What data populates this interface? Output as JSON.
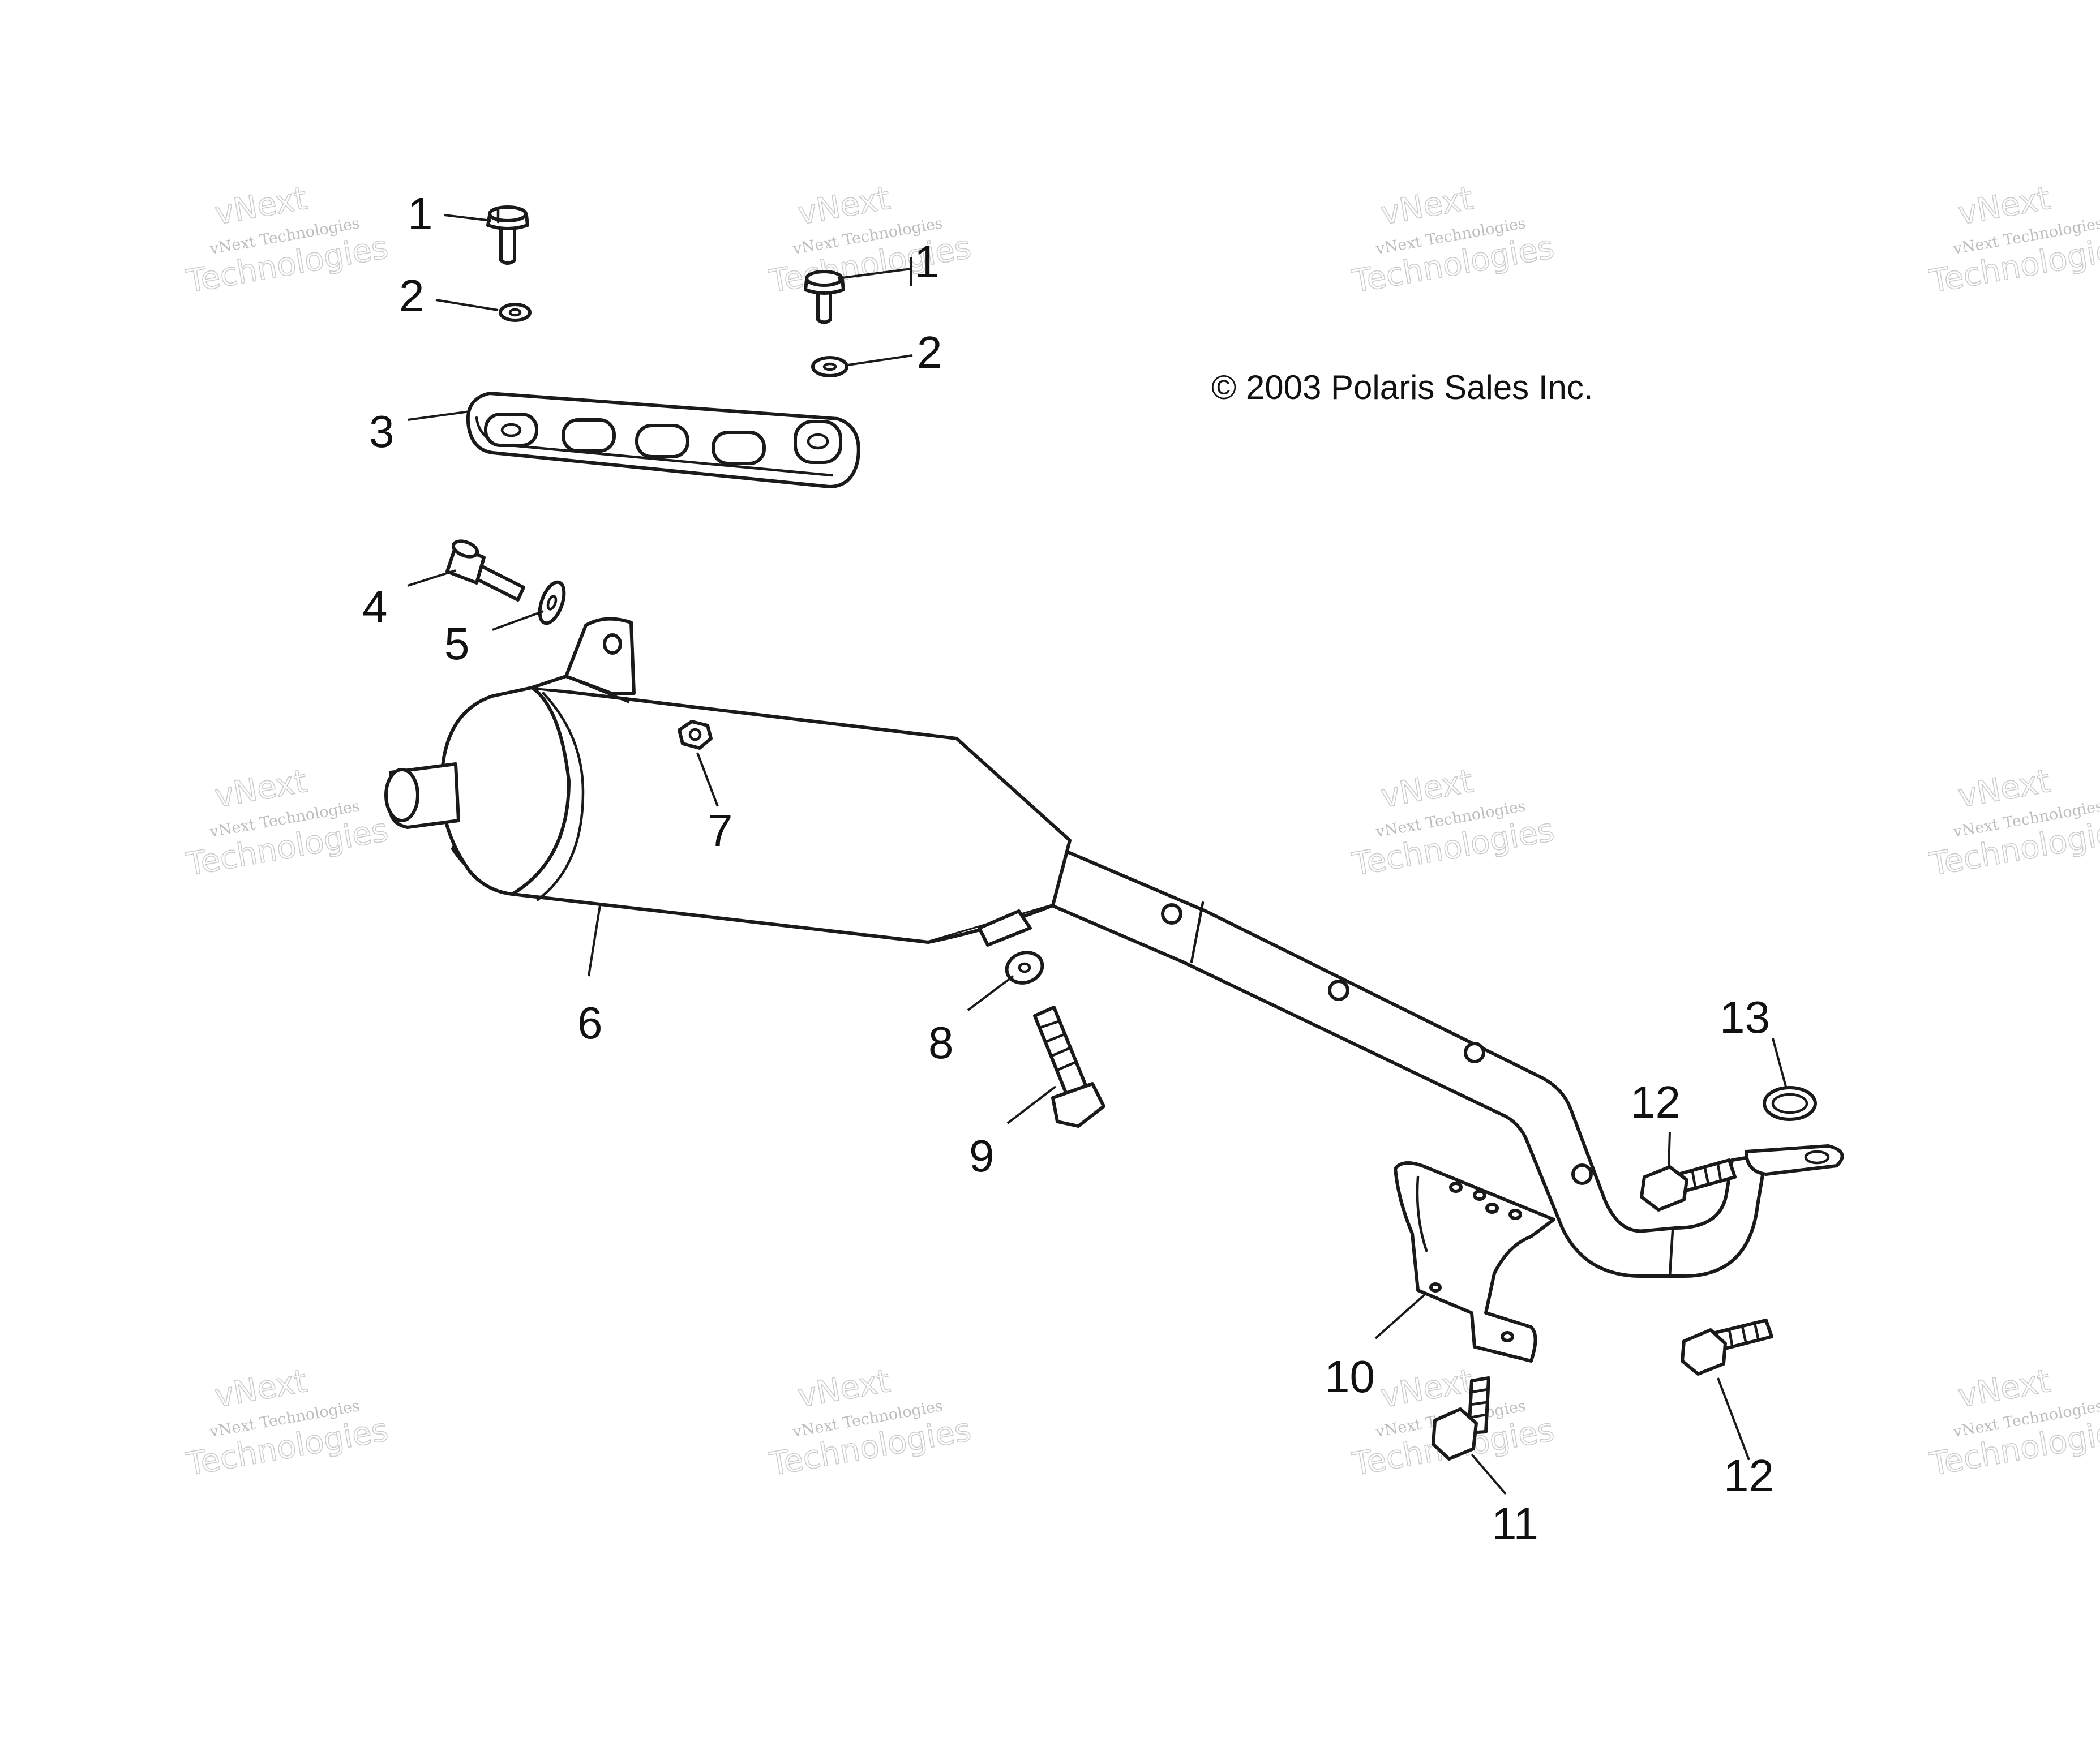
{
  "diagram": {
    "copyright": "© 2003 Polaris Sales Inc.",
    "watermark": {
      "line1": "vNext Technologies",
      "line2": "vNext",
      "line3": "Technologies"
    },
    "callouts": [
      "1",
      "1",
      "2",
      "2",
      "3",
      "4",
      "5",
      "6",
      "7",
      "8",
      "9",
      "10",
      "11",
      "12",
      "12",
      "13"
    ]
  }
}
